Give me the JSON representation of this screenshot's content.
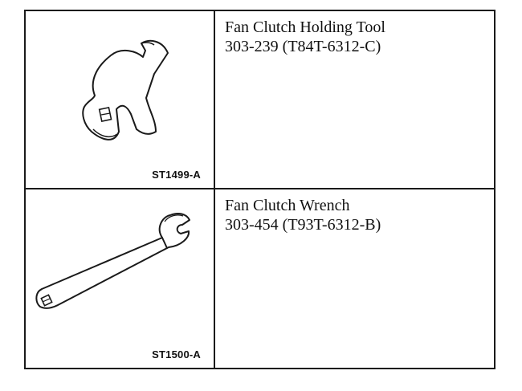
{
  "tools": [
    {
      "figure_code": "ST1499-A",
      "name": "Fan Clutch Holding Tool",
      "part_number": "303-239 (T84T-6312-C)",
      "icon": "holding-tool-icon"
    },
    {
      "figure_code": "ST1500-A",
      "name": "Fan Clutch Wrench",
      "part_number": "303-454 (T93T-6312-B)",
      "icon": "wrench-icon"
    }
  ]
}
